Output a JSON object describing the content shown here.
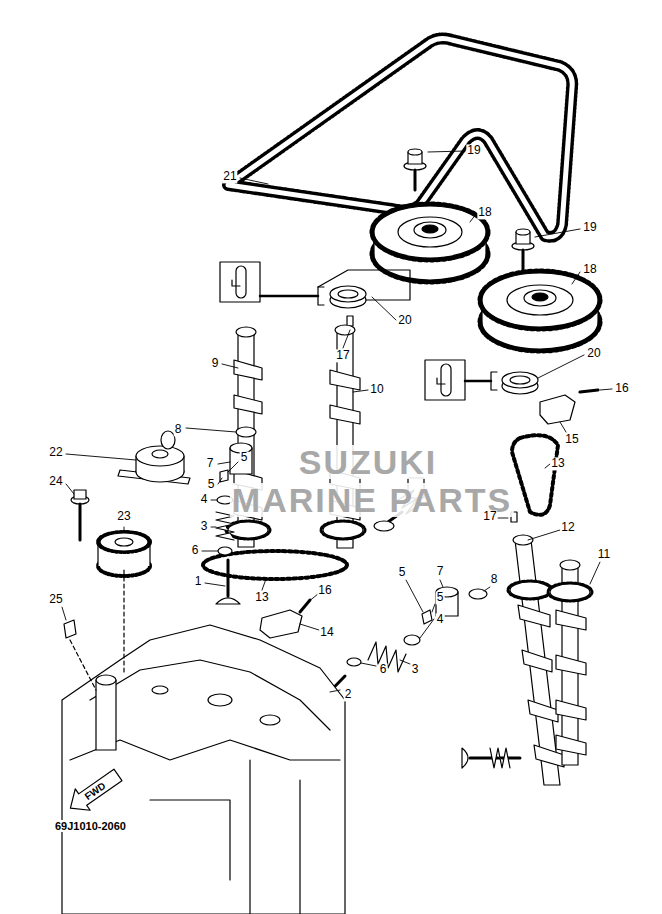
{
  "diagram": {
    "labels": [
      "19",
      "21",
      "18",
      "19",
      "18",
      "20",
      "17",
      "9",
      "10",
      "20",
      "16",
      "15",
      "8",
      "22",
      "5",
      "7",
      "13",
      "5",
      "24",
      "4",
      "SUZUKI",
      "MARINE PARTS",
      "23",
      "17",
      "3",
      "12",
      "6",
      "11",
      "7",
      "5",
      "8",
      "1",
      "16",
      "13",
      "5",
      "25",
      "4",
      "14",
      "6",
      "3",
      "2",
      "FWD",
      "69J1010-2060"
    ]
  }
}
